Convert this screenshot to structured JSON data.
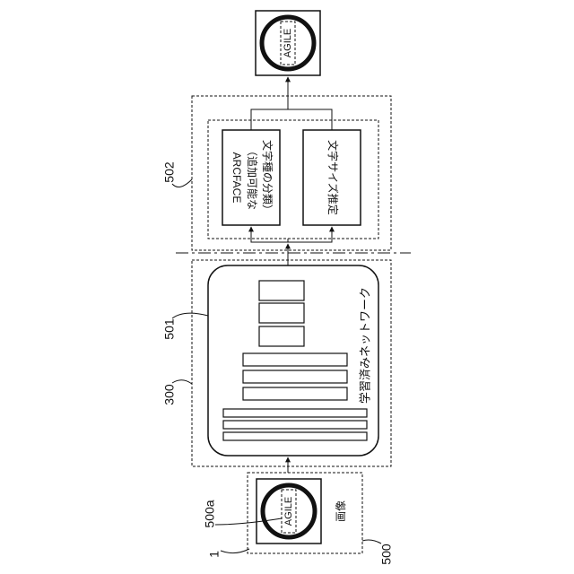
{
  "labels": {
    "fig_ref": "1",
    "device": "300",
    "input_block": "500",
    "char_region": "500a",
    "network_block": "501",
    "head_block": "502"
  },
  "input_image": {
    "label": "画像",
    "word": "AGILE"
  },
  "network": {
    "label": "学習済みネットワーク"
  },
  "heads": {
    "arcface_line1": "ARCFACE",
    "arcface_line2": "（追加可能な",
    "arcface_line3": "文字種の分類）",
    "size_estimation": "文字サイズ推定"
  },
  "output_image": {
    "word": "AGILE"
  }
}
